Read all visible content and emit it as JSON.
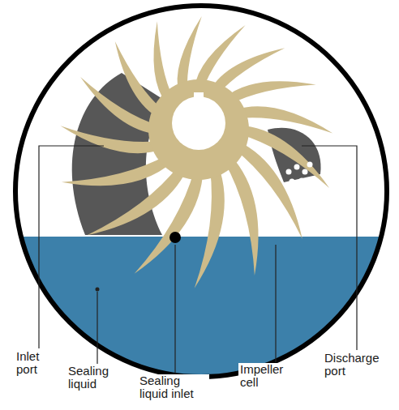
{
  "diagram": {
    "labels": [
      "Inlet port",
      "Sealing liquid",
      "Sealing liquid inlet",
      "Impeller cell",
      "Discharge port"
    ]
  }
}
